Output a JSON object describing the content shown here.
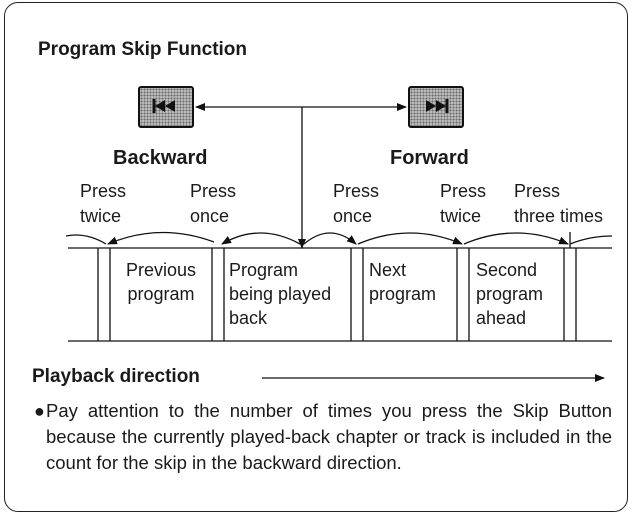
{
  "title": "Program Skip Function",
  "buttons": {
    "backward": {
      "label": "Backward",
      "icon": "skip-backward-icon"
    },
    "forward": {
      "label": "Forward",
      "icon": "skip-forward-icon"
    }
  },
  "press_labels": [
    {
      "line1": "Press",
      "line2": "twice"
    },
    {
      "line1": "Press",
      "line2": "once"
    },
    {
      "line1": "Press",
      "line2": "once"
    },
    {
      "line1": "Press",
      "line2": "twice"
    },
    {
      "line1": "Press",
      "line2": "three times"
    }
  ],
  "programs": [
    {
      "lines": [
        "Previous",
        "program"
      ]
    },
    {
      "lines": [
        "Program",
        "being played",
        "back"
      ]
    },
    {
      "lines": [
        "Next",
        "program"
      ]
    },
    {
      "lines": [
        "Second",
        "program",
        "ahead"
      ]
    }
  ],
  "playback_direction": "Playback direction",
  "note": {
    "bullet": "●",
    "text": "Pay attention to the number of times you press the Skip Button because the currently played-back chapter or track is included in the count for the skip in the backward direction."
  }
}
